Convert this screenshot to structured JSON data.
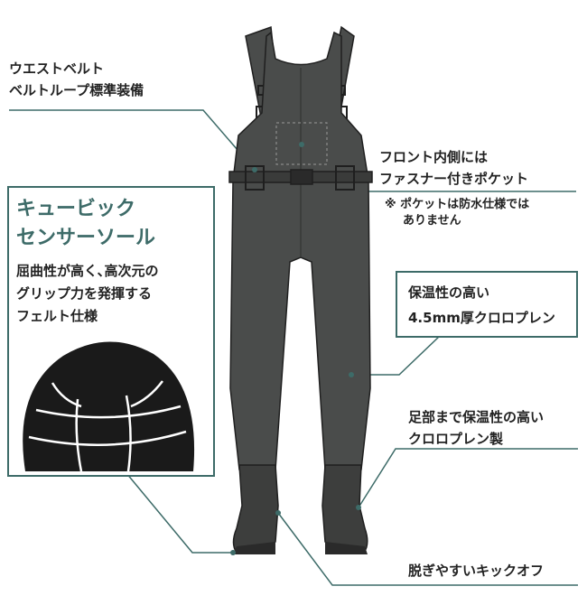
{
  "labels": {
    "waist_belt_line1": "ウエストベルト",
    "waist_belt_line2": "ベルトループ標準装備",
    "front_pocket_line1": "フロント内側には",
    "front_pocket_line2": "ファスナー付きポケット",
    "pocket_note_line1": "※ ポケットは防水仕様では",
    "pocket_note_line2": "ありません",
    "neoprene_line1": "保温性の高い",
    "neoprene_line2": "4.5mm厚クロロプレン",
    "feet_line1": "足部まで保温性の高い",
    "feet_line2": "クロロプレン製",
    "kickoff": "脱ぎやすいキックオフ"
  },
  "sensor_sole": {
    "title_line1": "キュービック",
    "title_line2": "センサーソール",
    "desc_line1": "屈曲性が高く､高次元の",
    "desc_line2": "グリップ力を発揮する",
    "desc_line3": "フェルト仕様"
  },
  "colors": {
    "wader": "#4a4c4b",
    "wader_dark": "#3a3b3a",
    "boot": "#3d3e3d",
    "outline": "#1f1f1f",
    "accent": "#3d6b68",
    "sole": "#1a1a1a"
  }
}
